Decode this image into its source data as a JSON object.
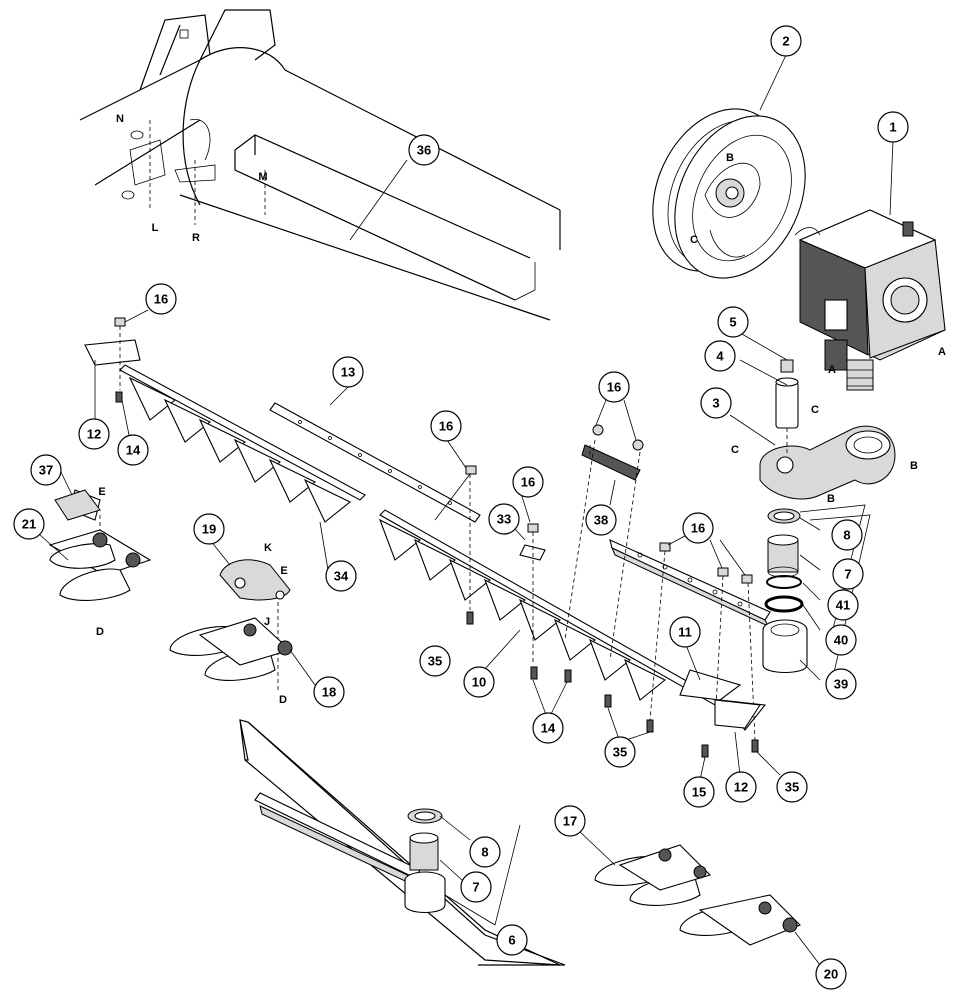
{
  "callouts": {
    "c1": "1",
    "c2": "2",
    "c3": "3",
    "c4": "4",
    "c5": "5",
    "c6": "6",
    "c7a": "7",
    "c7b": "7",
    "c8a": "8",
    "c8b": "8",
    "c10": "10",
    "c11": "11",
    "c12a": "12",
    "c12b": "12",
    "c13": "13",
    "c14a": "14",
    "c14b": "14",
    "c15": "15",
    "c16a": "16",
    "c16b": "16",
    "c16c": "16",
    "c16d": "16",
    "c16e": "16",
    "c17": "17",
    "c18": "18",
    "c19": "19",
    "c20": "20",
    "c21": "21",
    "c33": "33",
    "c34": "34",
    "c35a": "35",
    "c35b": "35",
    "c35c": "35",
    "c36": "36",
    "c37": "37",
    "c38": "38",
    "c39": "39",
    "c40": "40",
    "c41": "41"
  },
  "letters": {
    "N": "N",
    "L": "L",
    "R": "R",
    "M": "M",
    "A1": "A",
    "A2": "A",
    "B1": "B",
    "B2": "B",
    "B3": "B",
    "C1": "C",
    "C2": "C",
    "C3": "C",
    "D1": "D",
    "D2": "D",
    "E1": "E",
    "E2": "E",
    "J": "J",
    "K": "K"
  }
}
